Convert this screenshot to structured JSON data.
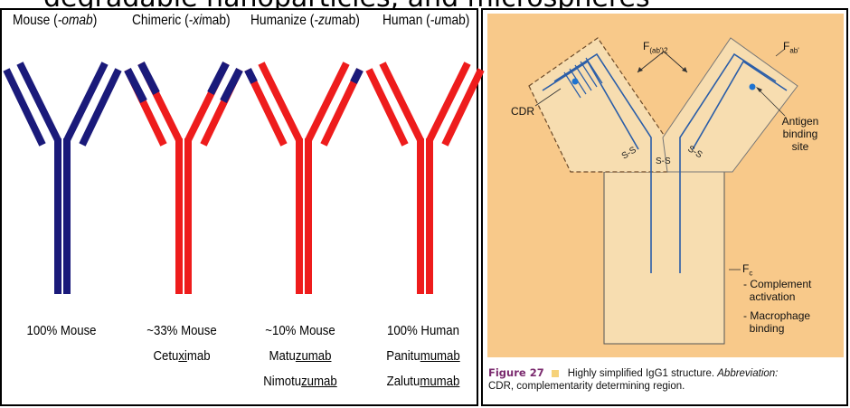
{
  "header": {
    "cut_title": "degradable nanoparticles, and microspheres"
  },
  "antibody_types": [
    {
      "id": "mouse",
      "header_prefix": "Mouse (",
      "header_suffix": "-omab",
      "header_end": ")",
      "percent": "100% Mouse",
      "example_lines": [],
      "arm_color": "#1a1a7a",
      "stem_color": "#1a1a7a",
      "tip_color": "#1a1a7a"
    },
    {
      "id": "chimeric",
      "header_prefix": "Chimeric (",
      "header_suffix": "-xi",
      "header_end": "mab)",
      "percent": "~33% Mouse",
      "example_lines": [
        {
          "before": "Cetu",
          "underlined": "xi",
          "after": "mab"
        }
      ],
      "arm_color": "#ee1c1c",
      "stem_color": "#ee1c1c",
      "tip_color": "#1a1a7a"
    },
    {
      "id": "humanized",
      "header_prefix": "Humanize (",
      "header_suffix": "-zu",
      "header_end": "mab)",
      "percent": "~10% Mouse",
      "example_lines": [
        {
          "before": "Matu",
          "underlined": "zumab",
          "after": ""
        },
        {
          "before": "Nimotu",
          "underlined": "zumab",
          "after": ""
        }
      ],
      "arm_color": "#ee1c1c",
      "stem_color": "#ee1c1c",
      "tip_color": "#1a1a7a"
    },
    {
      "id": "human",
      "header_prefix": "Human (",
      "header_suffix": "-u",
      "header_end": "mab)",
      "percent": "100% Human",
      "example_lines": [
        {
          "before": "Panitu",
          "underlined": "mumab",
          "after": ""
        },
        {
          "before": "Zalutu",
          "underlined": "mumab",
          "after": ""
        }
      ],
      "arm_color": "#ee1c1c",
      "stem_color": "#ee1c1c",
      "tip_color": "#ee1c1c"
    }
  ],
  "igg_diagram": {
    "fab2_label": "F",
    "fab2_sub": "(ab')2",
    "fab_label": "F",
    "fab_sub": "ab'",
    "cdr_label": "CDR",
    "antigen_label": "Antigen\nbinding\nsite",
    "disulfide_labels": [
      "S-S",
      "S-S",
      "S-S"
    ],
    "fc_label": "F",
    "fc_sub": "c",
    "fc_functions": [
      "- Complement\n  activation",
      "- Macrophage\n  binding"
    ],
    "colors": {
      "background": "#f8c98a",
      "fragment_fill": "#f7ddb0",
      "chain": "#2a5da8",
      "dot": "#1e73d0"
    }
  },
  "caption": {
    "figure_label": "Figure 27",
    "text": "Highly simplified IgG1 structure.",
    "abbrev_label": "Abbreviation:",
    "abbrev_text": "CDR, complementarity determining region."
  }
}
